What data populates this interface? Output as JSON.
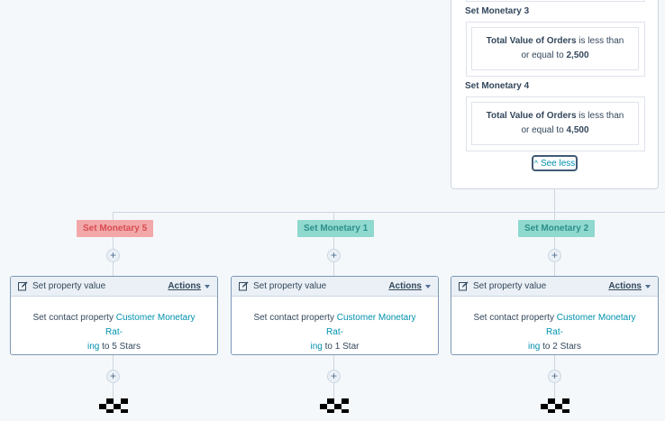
{
  "branch_panel": {
    "conditions": [
      {
        "heading": "Set Monetary 3",
        "property": "Total Value of Orders",
        "operator": "is less than or equal to",
        "value": "2,500"
      },
      {
        "heading": "Set Monetary 4",
        "property": "Total Value of Orders",
        "operator": "is less than or equal to",
        "value": "4,500"
      }
    ],
    "see_less_label": "See less"
  },
  "branches": [
    {
      "label": "Set Monetary 5",
      "color": "#f2a8a8",
      "card": {
        "title": "Set property value",
        "actions_label": "Actions",
        "prefix": "Set contact property",
        "property_line1": "Customer Monetary Rat-",
        "property_line2": "ing",
        "connector": "to",
        "value": "5 Stars"
      }
    },
    {
      "label": "Set Monetary 1",
      "color": "#8fd9cf",
      "card": {
        "title": "Set property value",
        "actions_label": "Actions",
        "prefix": "Set contact property",
        "property_line1": "Customer Monetary Rat-",
        "property_line2": "ing",
        "connector": "to",
        "value": "1 Star"
      }
    },
    {
      "label": "Set Monetary 2",
      "color": "#8fd9cf",
      "card": {
        "title": "Set property value",
        "actions_label": "Actions",
        "prefix": "Set contact property",
        "property_line1": "Customer Monetary Rat-",
        "property_line2": "ing",
        "connector": "to",
        "value": "2 Stars"
      }
    }
  ],
  "plus_symbol": "+",
  "icons": {
    "edit": "edit-icon",
    "collapse": "chevron-up-icon",
    "dropdown": "caret-down-icon",
    "add": "plus-icon",
    "end": "checkered-flag-icon"
  },
  "colors": {
    "link": "#0091ae",
    "text": "#33475b",
    "background": "#f5f8fa"
  }
}
